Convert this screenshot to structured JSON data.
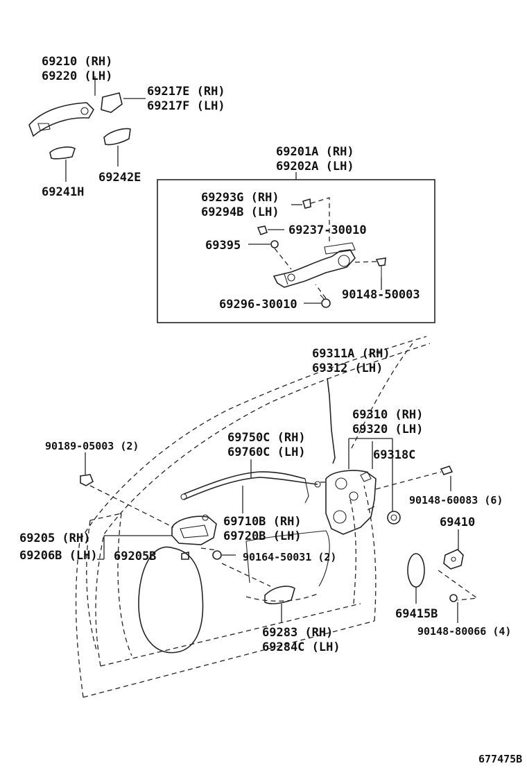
{
  "labels": {
    "l_69210_rh": "69210 (RH)",
    "l_69220_lh": "69220 (LH)",
    "l_69217e_rh": "69217E (RH)",
    "l_69217f_lh": "69217F (LH)",
    "l_69241h": "69241H",
    "l_69242e": "69242E",
    "l_69201a_rh": "69201A (RH)",
    "l_69202a_lh": "69202A (LH)",
    "l_69293g_rh": "69293G (RH)",
    "l_69294b_lh": "69294B (LH)",
    "l_69237": "69237-30010",
    "l_69395": "69395",
    "l_69296": "69296-30010",
    "l_90148_50003": "90148-50003",
    "l_69311a_rh": "69311A (RH)",
    "l_69312_lh": "69312 (LH)",
    "l_69310_rh": "69310 (RH)",
    "l_69320_lh": "69320 (LH)",
    "l_69318c": "69318C",
    "l_90189": "90189-05003 (2)",
    "l_69750c_rh": "69750C (RH)",
    "l_69760c_lh": "69760C (LH)",
    "l_90148_60083": "90148-60083 (6)",
    "l_69410": "69410",
    "l_69710b_rh": "69710B (RH)",
    "l_69720b_lh": "69720B (LH)",
    "l_69205_rh": "69205 (RH)",
    "l_69206b_lh": "69206B (LH)",
    "l_69205b": "69205B",
    "l_90164": "90164-50031 (2)",
    "l_69415b": "69415B",
    "l_90148_80066": "90148-80066 (4)",
    "l_69283_rh": "69283 (RH)",
    "l_69284c_lh": "69284C (LH)",
    "l_ref": "677475B"
  }
}
